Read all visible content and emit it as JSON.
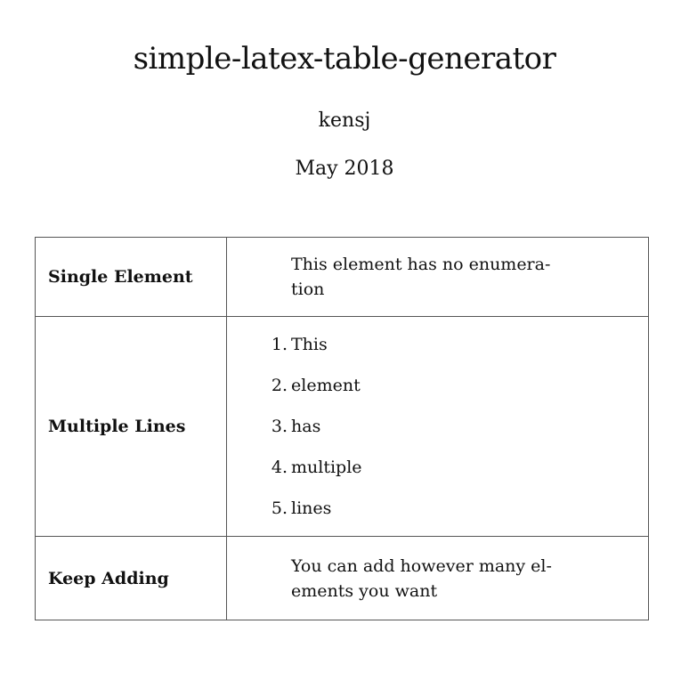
{
  "document": {
    "title": "simple-latex-table-generator",
    "author": "kensj",
    "date": "May 2018"
  },
  "table": {
    "rows": [
      {
        "label": "Single Element",
        "text_lines": [
          "This element has no enumera-",
          "tion"
        ]
      },
      {
        "label": "Multiple Lines",
        "items": [
          {
            "number": "1.",
            "text": "This"
          },
          {
            "number": "2.",
            "text": "element"
          },
          {
            "number": "3.",
            "text": "has"
          },
          {
            "number": "4.",
            "text": "multiple"
          },
          {
            "number": "5.",
            "text": "lines"
          }
        ]
      },
      {
        "label": "Keep Adding",
        "text_lines": [
          "You can add however many el-",
          "ements you want"
        ]
      }
    ]
  }
}
